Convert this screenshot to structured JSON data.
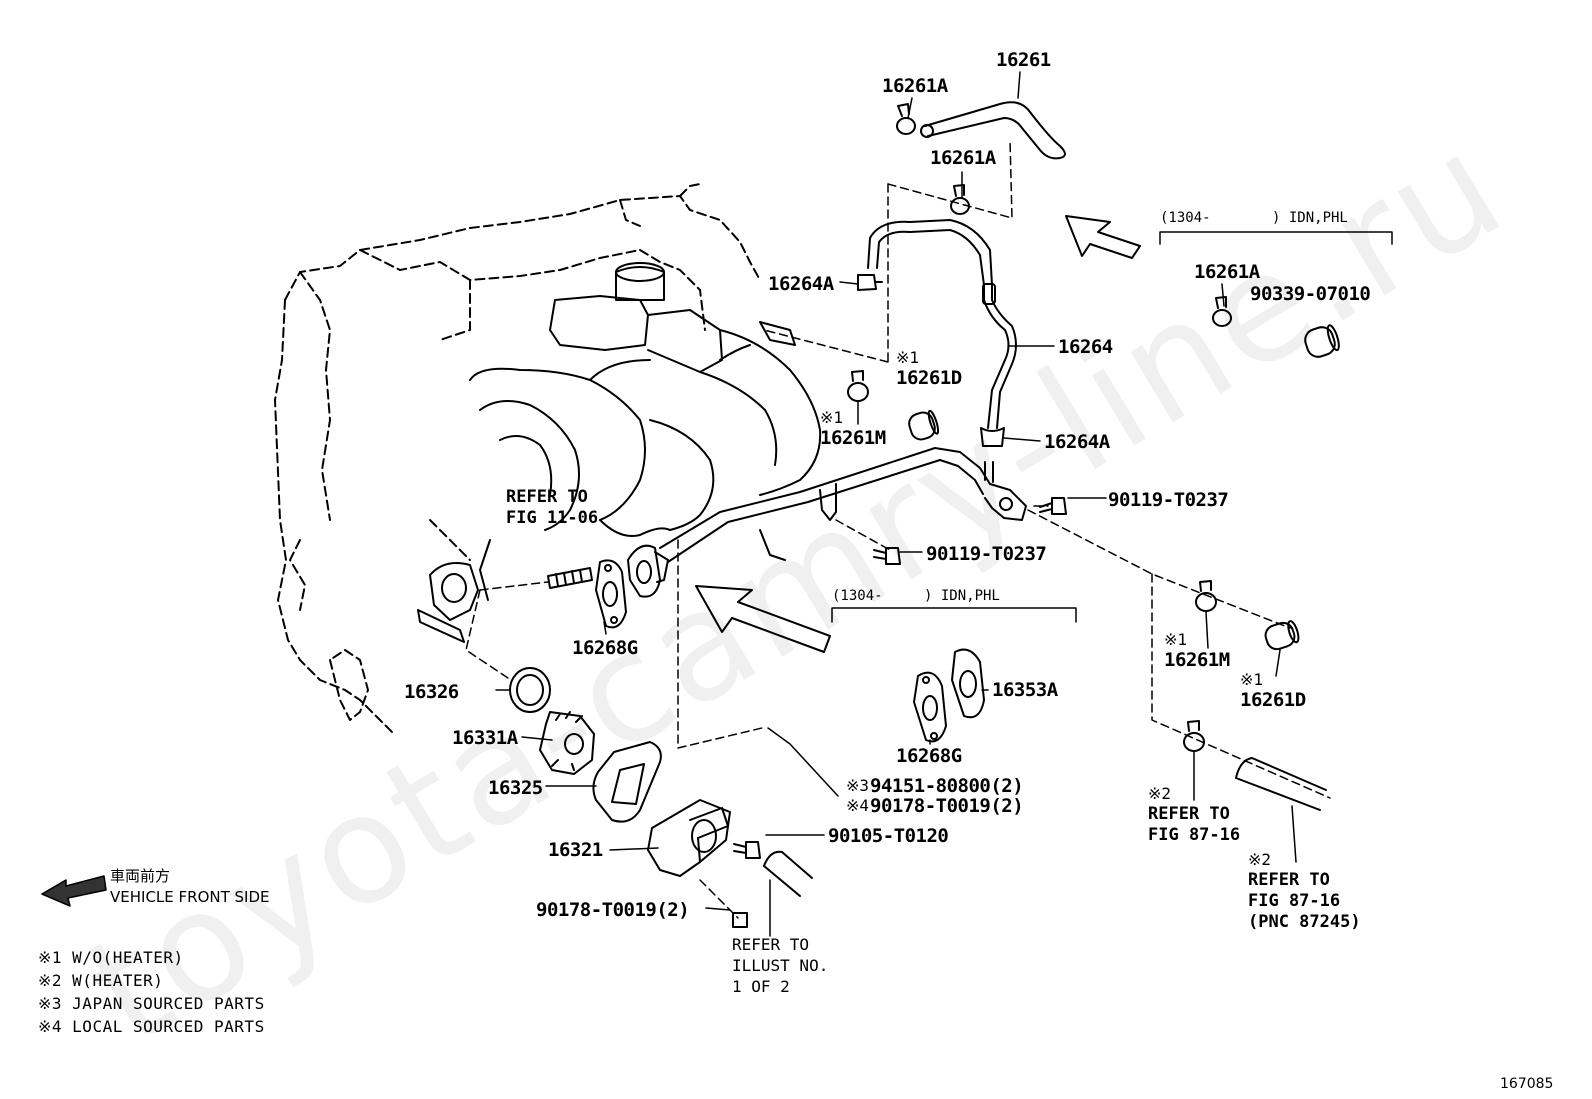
{
  "watermark": "toyota-camry-line.ru",
  "figure_number": "167085",
  "part_labels": [
    {
      "id": "p1",
      "text": "16261"
    },
    {
      "id": "p2",
      "text": "16261A"
    },
    {
      "id": "p3",
      "text": "16261A"
    },
    {
      "id": "p4",
      "text": "16264A"
    },
    {
      "id": "p5",
      "text": "16264"
    },
    {
      "id": "p6",
      "text": "16261D"
    },
    {
      "id": "p7",
      "text": "16261M"
    },
    {
      "id": "p8",
      "text": "16264A"
    },
    {
      "id": "p9",
      "text": "90119-T0237"
    },
    {
      "id": "p10",
      "text": "90119-T0237"
    },
    {
      "id": "p11",
      "text": "16261A"
    },
    {
      "id": "p12",
      "text": "90339-07010"
    },
    {
      "id": "p13",
      "text": "16268G"
    },
    {
      "id": "p14",
      "text": "16326"
    },
    {
      "id": "p15",
      "text": "16331A"
    },
    {
      "id": "p16",
      "text": "16325"
    },
    {
      "id": "p17",
      "text": "16321"
    },
    {
      "id": "p18",
      "text": "16353A"
    },
    {
      "id": "p19",
      "text": "16268G"
    },
    {
      "id": "p20",
      "text": "94151-80800(2)"
    },
    {
      "id": "p21",
      "text": "90178-T0019(2)"
    },
    {
      "id": "p22",
      "text": "90105-T0120"
    },
    {
      "id": "p23",
      "text": "90178-T0019(2)"
    },
    {
      "id": "p24",
      "text": "16261M"
    },
    {
      "id": "p25",
      "text": "16261D"
    }
  ],
  "markers": {
    "m1": "※1",
    "m2": "※1",
    "m3": "※1",
    "m4": "※1",
    "m5": "※2",
    "m6": "※2",
    "m7": "※3",
    "m8": "※4"
  },
  "references": {
    "fig1106": [
      "REFER TO",
      "FIG 11-06"
    ],
    "illust": [
      "REFER TO",
      "ILLUST NO.",
      "1 OF 2"
    ],
    "fig8716a": [
      "REFER TO",
      "FIG 87-16"
    ],
    "fig8716b": [
      "REFER TO",
      "FIG 87-16",
      "(PNC 87245)"
    ]
  },
  "conditions": [
    {
      "from": "(1304-",
      "to": ") IDN,PHL"
    },
    {
      "from": "(1304-",
      "to": ") IDN,PHL"
    }
  ],
  "vehicle_front": {
    "jp": "車両前方",
    "en": "VEHICLE FRONT SIDE"
  },
  "legend": [
    "※1 W/O(HEATER)",
    "※2 W(HEATER)",
    "※3 JAPAN SOURCED PARTS",
    "※4 LOCAL SOURCED PARTS"
  ]
}
